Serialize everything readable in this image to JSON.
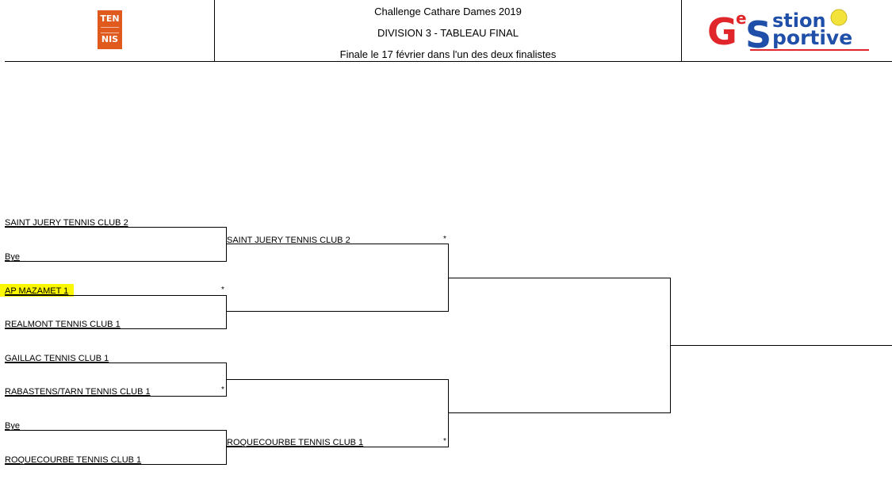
{
  "header": {
    "title": "Challenge Cathare Dames 2019",
    "subtitle": "DIVISION 3 - TABLEAU FINAL",
    "note": "Finale le 17 février dans l'un des deux finalistes",
    "left_logo": {
      "line1": "TEN",
      "line2": "NIS",
      "icon": "tennis-federation-logo"
    },
    "right_logo": {
      "icon": "gestion-sportive-logo",
      "text_g": "G",
      "text_e": "e",
      "text_stion": "stion",
      "text_sportive": "Sportive"
    }
  },
  "bracket": {
    "round1": [
      {
        "name": "SAINT JUERY TENNIS CLUB 2",
        "star": ""
      },
      {
        "name": "Bye",
        "star": ""
      },
      {
        "name": "AP MAZAMET 1",
        "star": "*",
        "highlighted": true
      },
      {
        "name": "REALMONT TENNIS CLUB 1",
        "star": ""
      },
      {
        "name": "GAILLAC TENNIS CLUB 1",
        "star": ""
      },
      {
        "name": "RABASTENS/TARN TENNIS CLUB 1",
        "star": "*"
      },
      {
        "name": "Bye",
        "star": ""
      },
      {
        "name": "ROQUECOURBE TENNIS CLUB 1",
        "star": ""
      }
    ],
    "round2": [
      {
        "name": "SAINT JUERY TENNIS CLUB 2",
        "star": "*"
      },
      {
        "name": "",
        "star": ""
      },
      {
        "name": "",
        "star": ""
      },
      {
        "name": "ROQUECOURBE TENNIS CLUB 1",
        "star": "*"
      }
    ],
    "semifinal": [
      {
        "name": "",
        "star": ""
      },
      {
        "name": "",
        "star": ""
      }
    ],
    "final": {
      "name": ""
    }
  },
  "colors": {
    "highlight": "#fbf700",
    "tennis_orange": "#e05a1e",
    "gs_red": "#e0262b",
    "gs_blue": "#1f4fa8",
    "ball_yellow": "#f3e23a"
  }
}
